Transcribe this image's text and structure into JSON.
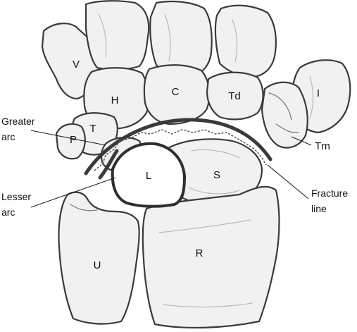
{
  "bone_labels": {
    "V": "V",
    "H": "H",
    "C": "C",
    "Td": "Td",
    "I": "I",
    "T": "T",
    "P": "P",
    "Tm": "Tm",
    "L": "L",
    "S": "S",
    "U": "U",
    "R": "R"
  },
  "callouts": {
    "greater_arc": [
      "Greater",
      "arc"
    ],
    "lesser_arc": [
      "Lesser",
      "arc"
    ],
    "fracture_line": [
      "Fracture",
      "line"
    ]
  }
}
